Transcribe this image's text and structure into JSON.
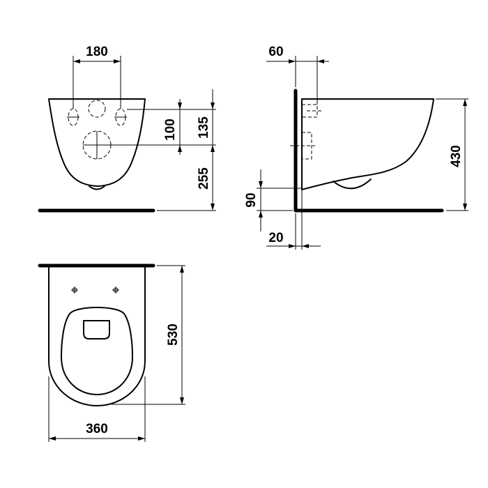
{
  "dimensions": {
    "front_hole_spacing": "180",
    "front_upper_holes_height": "135",
    "front_lower_hole_height": "100",
    "front_bottom_height": "255",
    "side_wall_offset": "60",
    "side_total_height": "430",
    "side_outlet_height": "90",
    "side_wall_gap": "20",
    "top_depth": "530",
    "top_width": "360"
  },
  "colors": {
    "line": "#000000",
    "background": "#ffffff"
  }
}
